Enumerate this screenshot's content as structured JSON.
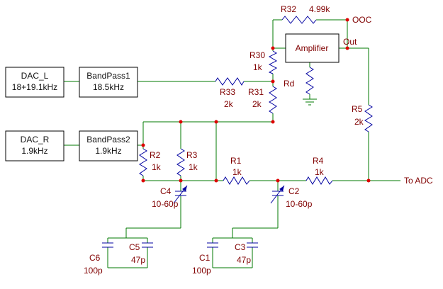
{
  "colors": {
    "wire": "#007a00",
    "component": "#0000a0",
    "label": "#800000",
    "dot": "#dd0000"
  },
  "blocks": {
    "dac_l": {
      "line1": "DAC_L",
      "line2": "18+19.1kHz"
    },
    "bandpass1": {
      "line1": "BandPass1",
      "line2": "18.5kHz"
    },
    "dac_r": {
      "line1": "DAC_R",
      "line2": "1.9kHz"
    },
    "bandpass2": {
      "line1": "BandPass2",
      "line2": "1.9kHz"
    },
    "amplifier": {
      "label": "Amplifier"
    }
  },
  "components": {
    "r32": {
      "name": "R32",
      "value": "4.99k"
    },
    "r30": {
      "name": "R30",
      "value": "1k"
    },
    "r33": {
      "name": "R33",
      "value": "2k"
    },
    "r31": {
      "name": "R31",
      "value": "2k"
    },
    "rd": {
      "name": "Rd"
    },
    "r5": {
      "name": "R5",
      "value": "2k"
    },
    "r2": {
      "name": "R2",
      "value": "1k"
    },
    "r3": {
      "name": "R3",
      "value": "1k"
    },
    "r1": {
      "name": "R1",
      "value": "1k"
    },
    "r4": {
      "name": "R4",
      "value": "1k"
    },
    "c4": {
      "name": "C4",
      "value": "10-60p"
    },
    "c2": {
      "name": "C2",
      "value": "10-60p"
    },
    "c5": {
      "name": "C5",
      "value": "47p"
    },
    "c6": {
      "name": "C6",
      "value": "100p"
    },
    "c1": {
      "name": "C1",
      "value": "100p"
    },
    "c3": {
      "name": "C3",
      "value": "47p"
    }
  },
  "labels": {
    "ooc": "OOC",
    "out": "Out",
    "to_adc": "To ADC"
  }
}
